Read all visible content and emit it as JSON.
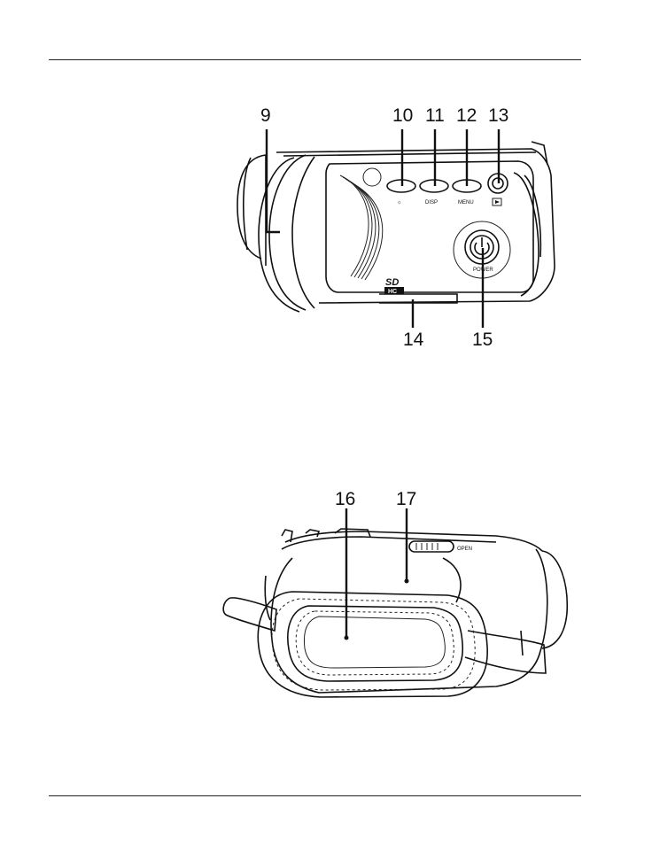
{
  "figure1": {
    "callouts": [
      "9",
      "10",
      "11",
      "12",
      "13",
      "14",
      "15"
    ],
    "button_labels": {
      "disp": "DISP",
      "menu": "MENU",
      "power": "POWER"
    },
    "sd_logo": {
      "top": "SD",
      "bottom": "HC"
    }
  },
  "figure2": {
    "callouts": [
      "16",
      "17"
    ],
    "lever_label": "OPEN"
  }
}
